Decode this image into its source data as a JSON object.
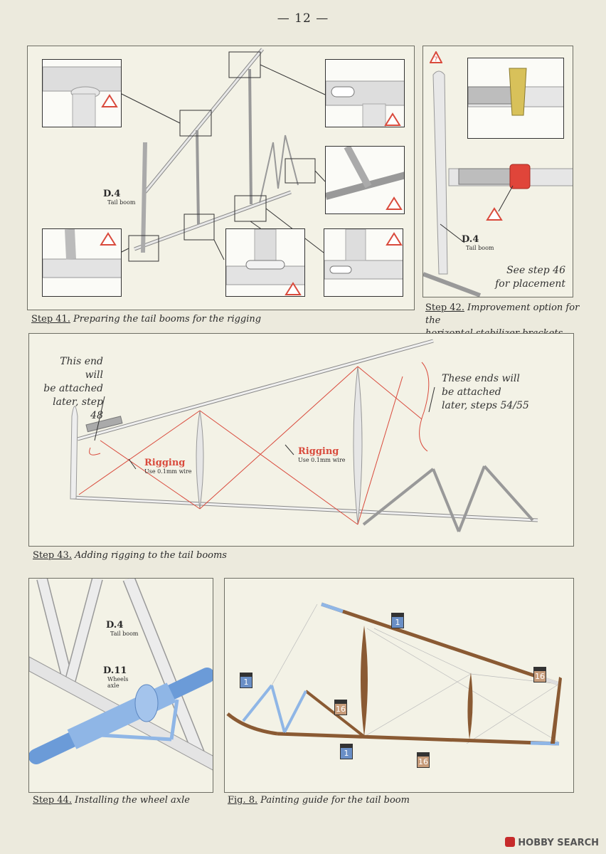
{
  "page": {
    "number": "12"
  },
  "step41": {
    "step": "Step 41.",
    "caption": "Preparing the tail booms for the rigging",
    "part_code": "D.4",
    "part_name": "Tail boom"
  },
  "step42": {
    "step": "Step 42.",
    "caption_line1": "Improvement option for the",
    "caption_line2": "horizontal stabilizer brackets",
    "part_code": "D.4",
    "part_name": "Tail boom",
    "note_line1": "See step 46",
    "note_line2": "for placement"
  },
  "step43": {
    "step": "Step 43.",
    "caption": "Adding rigging to the tail booms",
    "note_left": [
      "This end will",
      "be attached",
      "later, step 48"
    ],
    "note_right": [
      "These ends will",
      "be attached",
      "later, steps 54/55"
    ],
    "rigging_label": "Rigging",
    "rigging_sub": "Use 0.1mm wire"
  },
  "step44": {
    "step": "Step 44.",
    "caption": "Installing the wheel axle",
    "part1_code": "D.4",
    "part1_name": "Tail boom",
    "part2_code": "D.11",
    "part2_name1": "Wheels",
    "part2_name2": "axle"
  },
  "fig8": {
    "step": "Fig. 8.",
    "caption": "Painting guide for the tail boom",
    "badges": [
      "1",
      "1",
      "1",
      "16",
      "16",
      "16"
    ]
  },
  "colors": {
    "rigging_red": "#d94a3c",
    "wood_brown": "#8a5a33",
    "paint_blue": "#8fb6e6",
    "badge_blue": "#6a8fc6",
    "badge_brown": "#c79c7a"
  },
  "watermark": {
    "text": "HOBBY SEARCH"
  }
}
